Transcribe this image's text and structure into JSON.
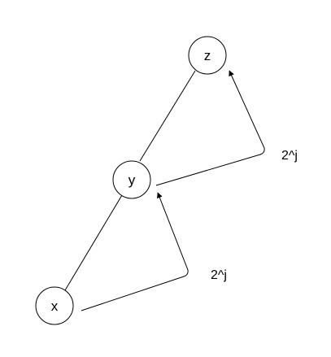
{
  "diagram": {
    "nodes": [
      {
        "id": "z",
        "label": "z"
      },
      {
        "id": "y",
        "label": "y"
      },
      {
        "id": "x",
        "label": "x"
      }
    ],
    "edges": [
      {
        "from": "y",
        "to": "z",
        "kind": "line"
      },
      {
        "from": "x",
        "to": "y",
        "kind": "line"
      }
    ],
    "jumps": [
      {
        "from": "y",
        "to": "z",
        "label": "2^j"
      },
      {
        "from": "x",
        "to": "y",
        "label": "2^j"
      }
    ]
  },
  "colors": {
    "stroke": "#000000",
    "node_fill": "#ffffff",
    "background": "#ffffff"
  }
}
